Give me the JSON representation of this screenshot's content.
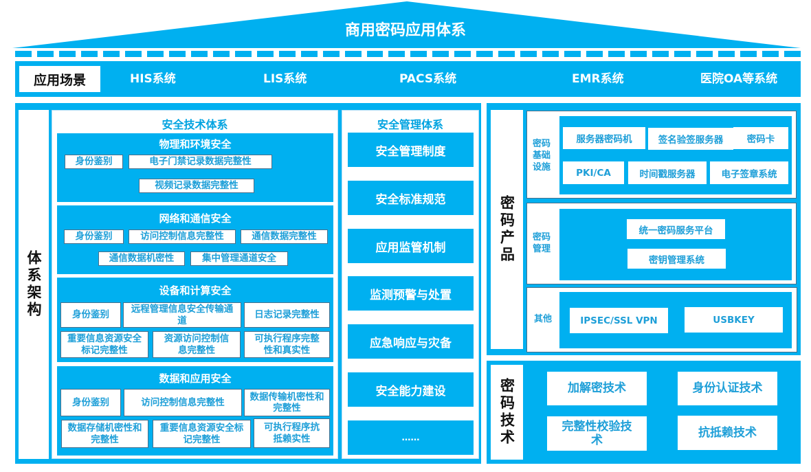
{
  "roof": {
    "title": "商用密码应用体系"
  },
  "scenarios": {
    "label": "应用场景",
    "items": [
      "HIS系统",
      "LIS系统",
      "PACS系统",
      "EMR系统",
      "医院OA等系统"
    ]
  },
  "architecture": {
    "label": "体系架构",
    "tech_system": {
      "title": "安全技术体系",
      "sections": [
        {
          "title": "物理和环境安全",
          "items": [
            "身份鉴别",
            "电子门禁记录数据完整性",
            "视频记录数据完整性"
          ]
        },
        {
          "title": "网络和通信安全",
          "items": [
            "身份鉴别",
            "访问控制信息完整性",
            "通信数据完整性",
            "通信数据机密性",
            "集中管理通道安全"
          ]
        },
        {
          "title": "设备和计算安全",
          "items": [
            "身份鉴别",
            "远程管理信息安全传输通道",
            "日志记录完整性",
            "重要信息资源安全标记完整性",
            "资源访问控制信息完整性",
            "可执行程序完整性和真实性"
          ]
        },
        {
          "title": "数据和应用安全",
          "items": [
            "身份鉴别",
            "访问控制信息完整性",
            "数据传输机密性和完整性",
            "数据存储机密性和完整性",
            "重要信息资源安全标记完整性",
            "可执行程序抗抵赖实性"
          ]
        }
      ]
    },
    "mgmt_system": {
      "title": "安全管理体系",
      "items": [
        "安全管理制度",
        "安全标准规范",
        "应用监管机制",
        "监测预警与处置",
        "应急响应与灾备",
        "安全能力建设",
        "……"
      ]
    }
  },
  "crypto_products": {
    "label": "密码产品",
    "groups": [
      {
        "label": "密码基础设施",
        "items": [
          "服务器密码机",
          "签名验签服务器",
          "密码卡",
          "PKI/CA",
          "时间戳服务器",
          "电子签章系统"
        ]
      },
      {
        "label": "密码管理",
        "items": [
          "统一密码服务平台",
          "密钥管理系统"
        ]
      },
      {
        "label": "其他",
        "items": [
          "IPSEC/SSL VPN",
          "USBKEY"
        ]
      }
    ]
  },
  "crypto_tech": {
    "label": "密码技术",
    "items": [
      "加解密技术",
      "身份认证技术",
      "完整性校验技术",
      "抗抵赖技术"
    ]
  },
  "colors": {
    "accent": "#00b0f0",
    "text_blue": "#1e9fd8",
    "label_black": "#111111"
  }
}
